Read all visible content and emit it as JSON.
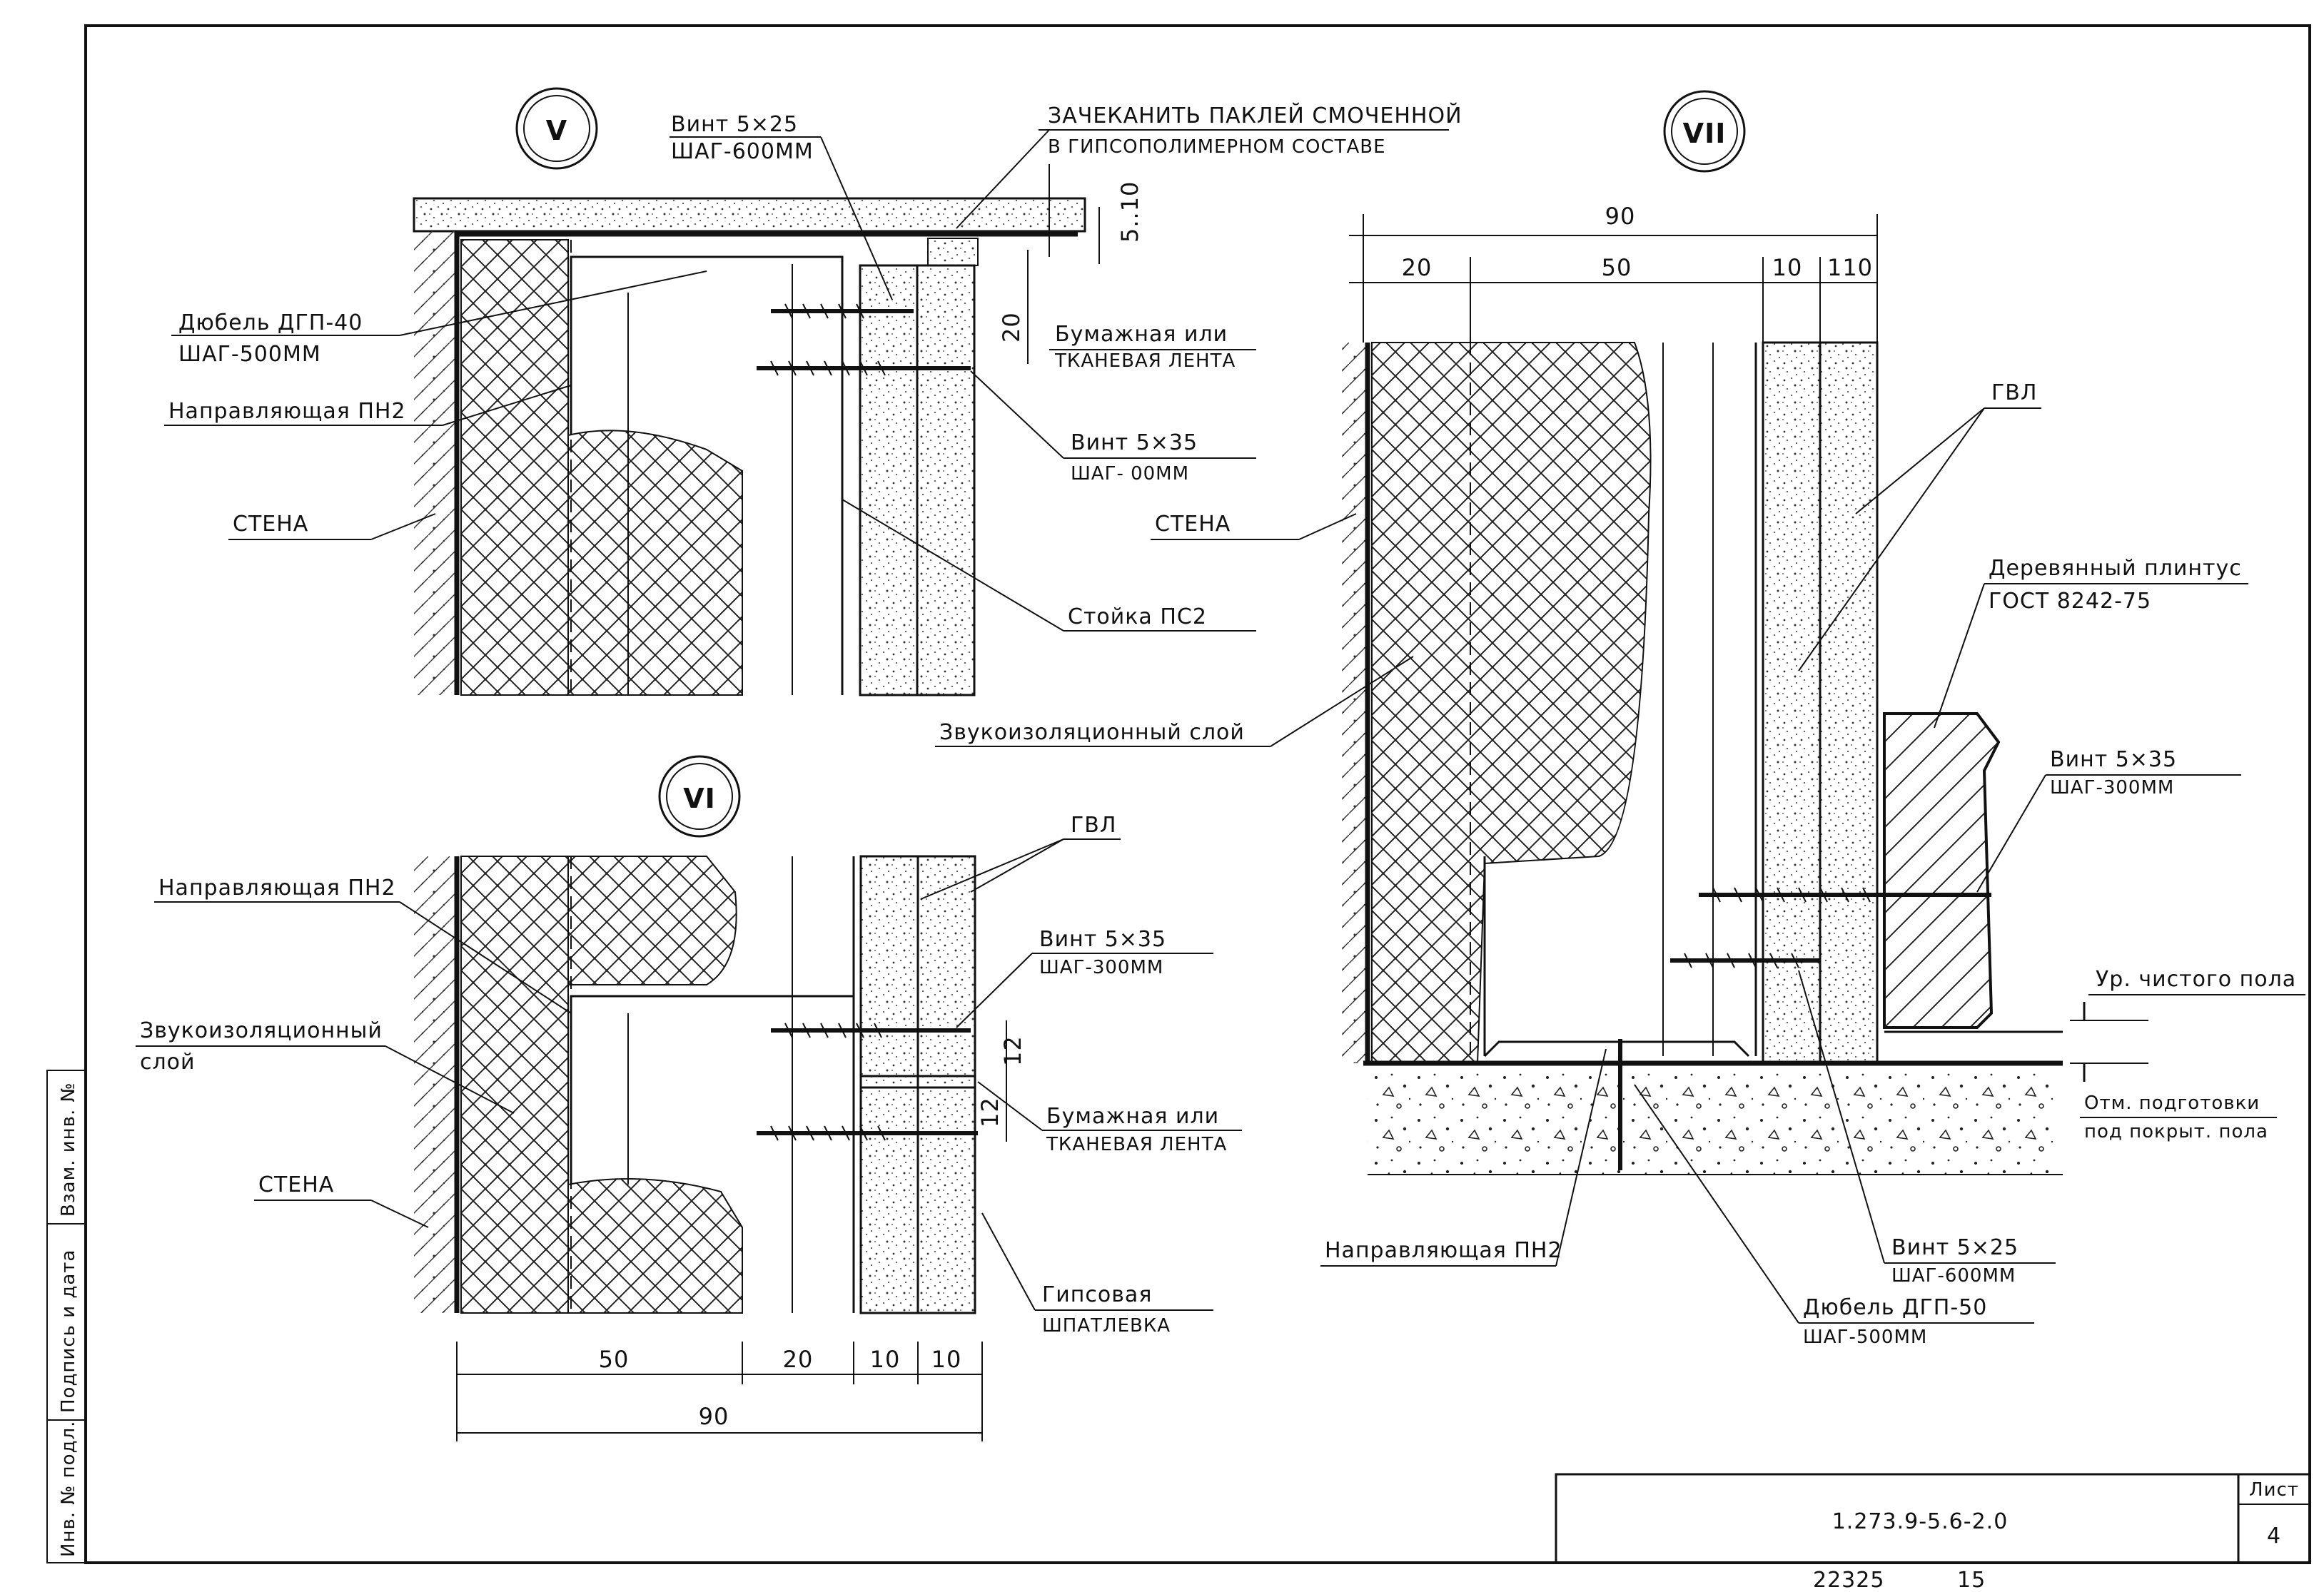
{
  "callouts": {
    "v_mark": "V",
    "vi_mark": "VI",
    "vii_mark": "VII"
  },
  "detail_v": {
    "screw_top": "Винт 5×25",
    "screw_top_step": "ШАГ-600ММ",
    "caulk_line1": "ЗАЧЕКАНИТЬ ПАКЛЕЙ СМОЧЕННОЙ",
    "caulk_line2": "В ГИПСОПОЛИМЕРНОМ СОСТАВЕ",
    "dowel": "Дюбель ДГП-40",
    "dowel_step": "ШАГ-500ММ",
    "guide": "Направляющая ПН2",
    "wall": "СТЕНА",
    "tape_line1": "Бумажная или",
    "tape_line2": "ТКАНЕВАЯ ЛЕНТА",
    "screw_mid": "Винт 5×35",
    "screw_mid_step": "ШАГ- 00ММ",
    "post": "Стойка ПС2",
    "gap_dim": "5..10",
    "dim_20": "20"
  },
  "shared": {
    "sound_layer": "Звукоизоляционный слой"
  },
  "detail_vi": {
    "gvl": "ГВЛ",
    "guide": "Направляющая ПН2",
    "screw": "Винт 5×35",
    "screw_step": "ШАГ-300ММ",
    "sound_line1": "Звукоизоляционный",
    "sound_line2": "слой",
    "tape_line1": "Бумажная или",
    "tape_line2": "ТКАНЕВАЯ ЛЕНТА",
    "wall": "СТЕНА",
    "putty_line1": "Гипсовая",
    "putty_line2": "ШПАТЛЕВКА",
    "dim_12a": "12",
    "dim_12b": "12",
    "dim_50": "50",
    "dim_20": "20",
    "dim_10a": "10",
    "dim_10b": "10",
    "dim_90": "90"
  },
  "detail_vii": {
    "dim_90": "90",
    "dim_20": "20",
    "dim_50": "50",
    "dim_10": "10",
    "dim_110": "110",
    "wall": "СТЕНА",
    "gvl": "ГВЛ",
    "skirting_line1": "Деревянный плинтус",
    "skirting_line2": "ГОСТ 8242-75",
    "screw_right": "Винт 5×35",
    "screw_right_step": "ШАГ-300ММ",
    "floor_level": "Ур. чистого пола",
    "prep_line1": "Отм. подготовки",
    "prep_line2": "под покрыт. пола",
    "guide": "Направляющая ПН2",
    "screw_bottom": "Винт 5×25",
    "screw_bottom_step": "ШАГ-600ММ",
    "dowel": "Дюбель ДГП-50",
    "dowel_step": "ШАГ-500ММ"
  },
  "title_block": {
    "code": "1.273.9-5.6-2.0",
    "sheet_label": "Лист",
    "sheet_number": "4"
  },
  "side_stamp": {
    "inv_orig": "Инв. № подл.",
    "sign_date": "Подпись и дата",
    "inv_repl": "Взам. инв. №"
  },
  "footer": {
    "number": "22325",
    "extra": "15"
  }
}
